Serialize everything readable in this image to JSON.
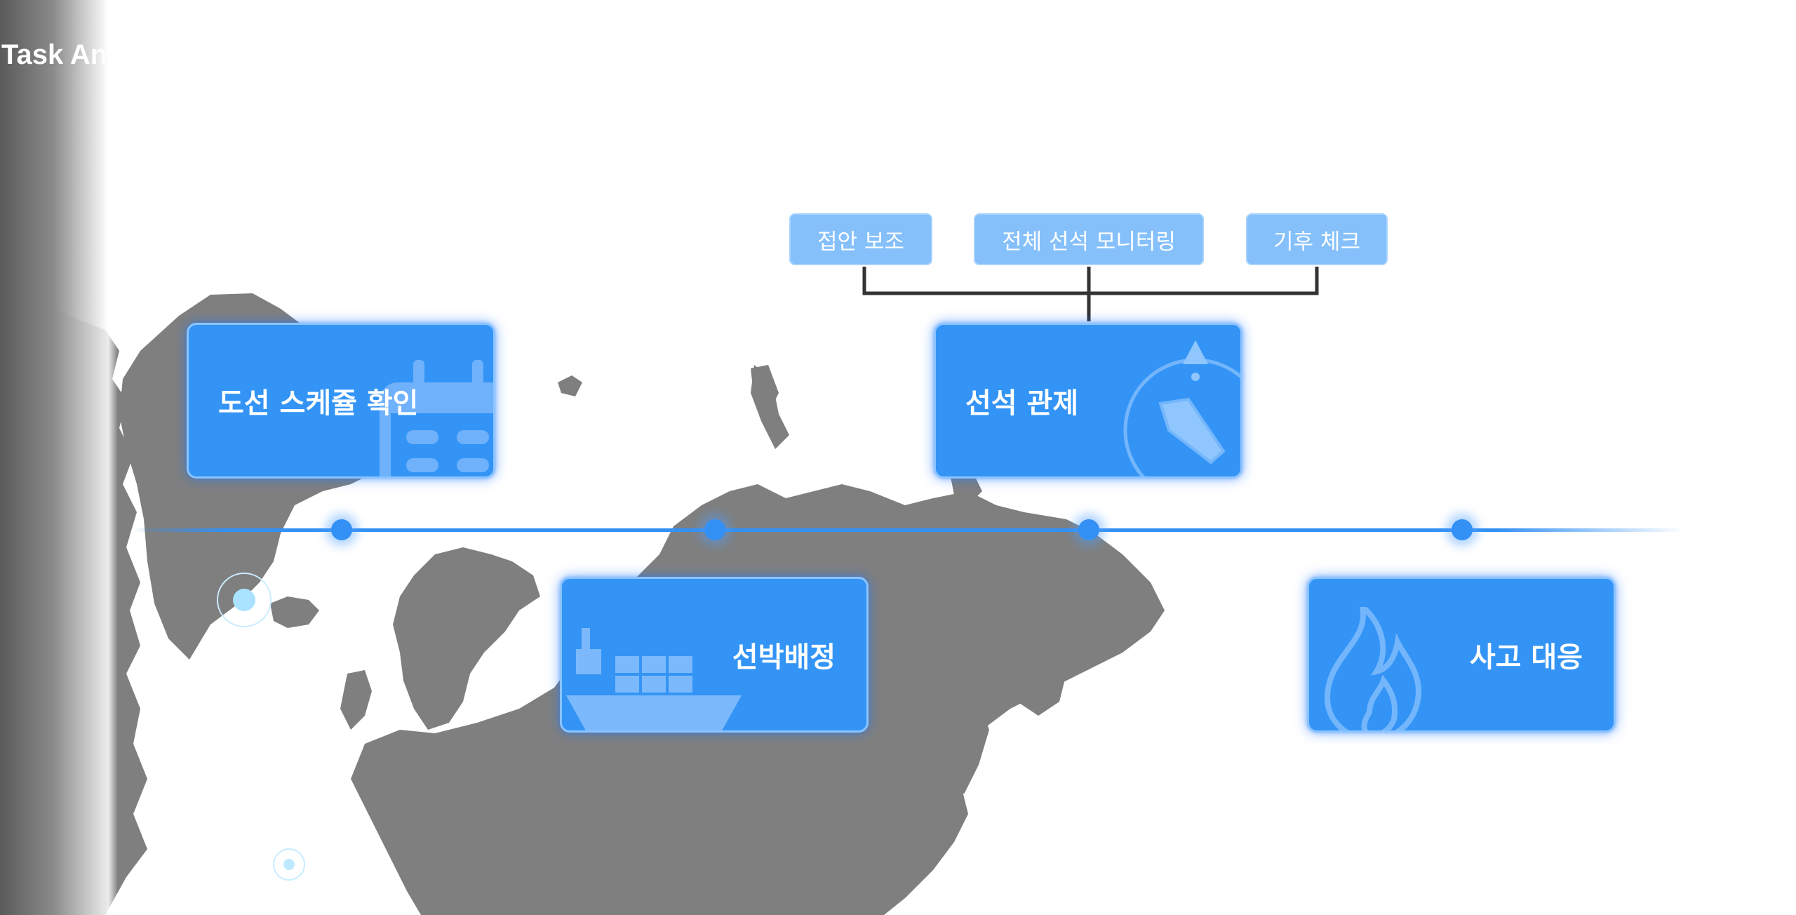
{
  "page": {
    "title": "Task Analysis"
  },
  "tasks": [
    {
      "id": "schedule",
      "label": "도선 스케쥴 확인",
      "icon": "calendar-icon"
    },
    {
      "id": "berthing",
      "label": "선박배정",
      "icon": "cargo-ship-icon"
    },
    {
      "id": "vessel-control",
      "label": "선석 관제",
      "icon": "compass-boat-icon"
    },
    {
      "id": "incident",
      "label": "사고 대응",
      "icon": "fire-icon"
    }
  ],
  "sub_tasks": [
    {
      "label": "접안 보조"
    },
    {
      "label": "전체 선석 모니터링"
    },
    {
      "label": "기후 체크"
    }
  ],
  "colors": {
    "card_fill": "#3394f5",
    "card_border": "#8cc4ff",
    "sub_task_fill": "#85c0fb",
    "timeline": "#3390f5",
    "map_land": "#7f7f7f",
    "connector": "#333333"
  }
}
